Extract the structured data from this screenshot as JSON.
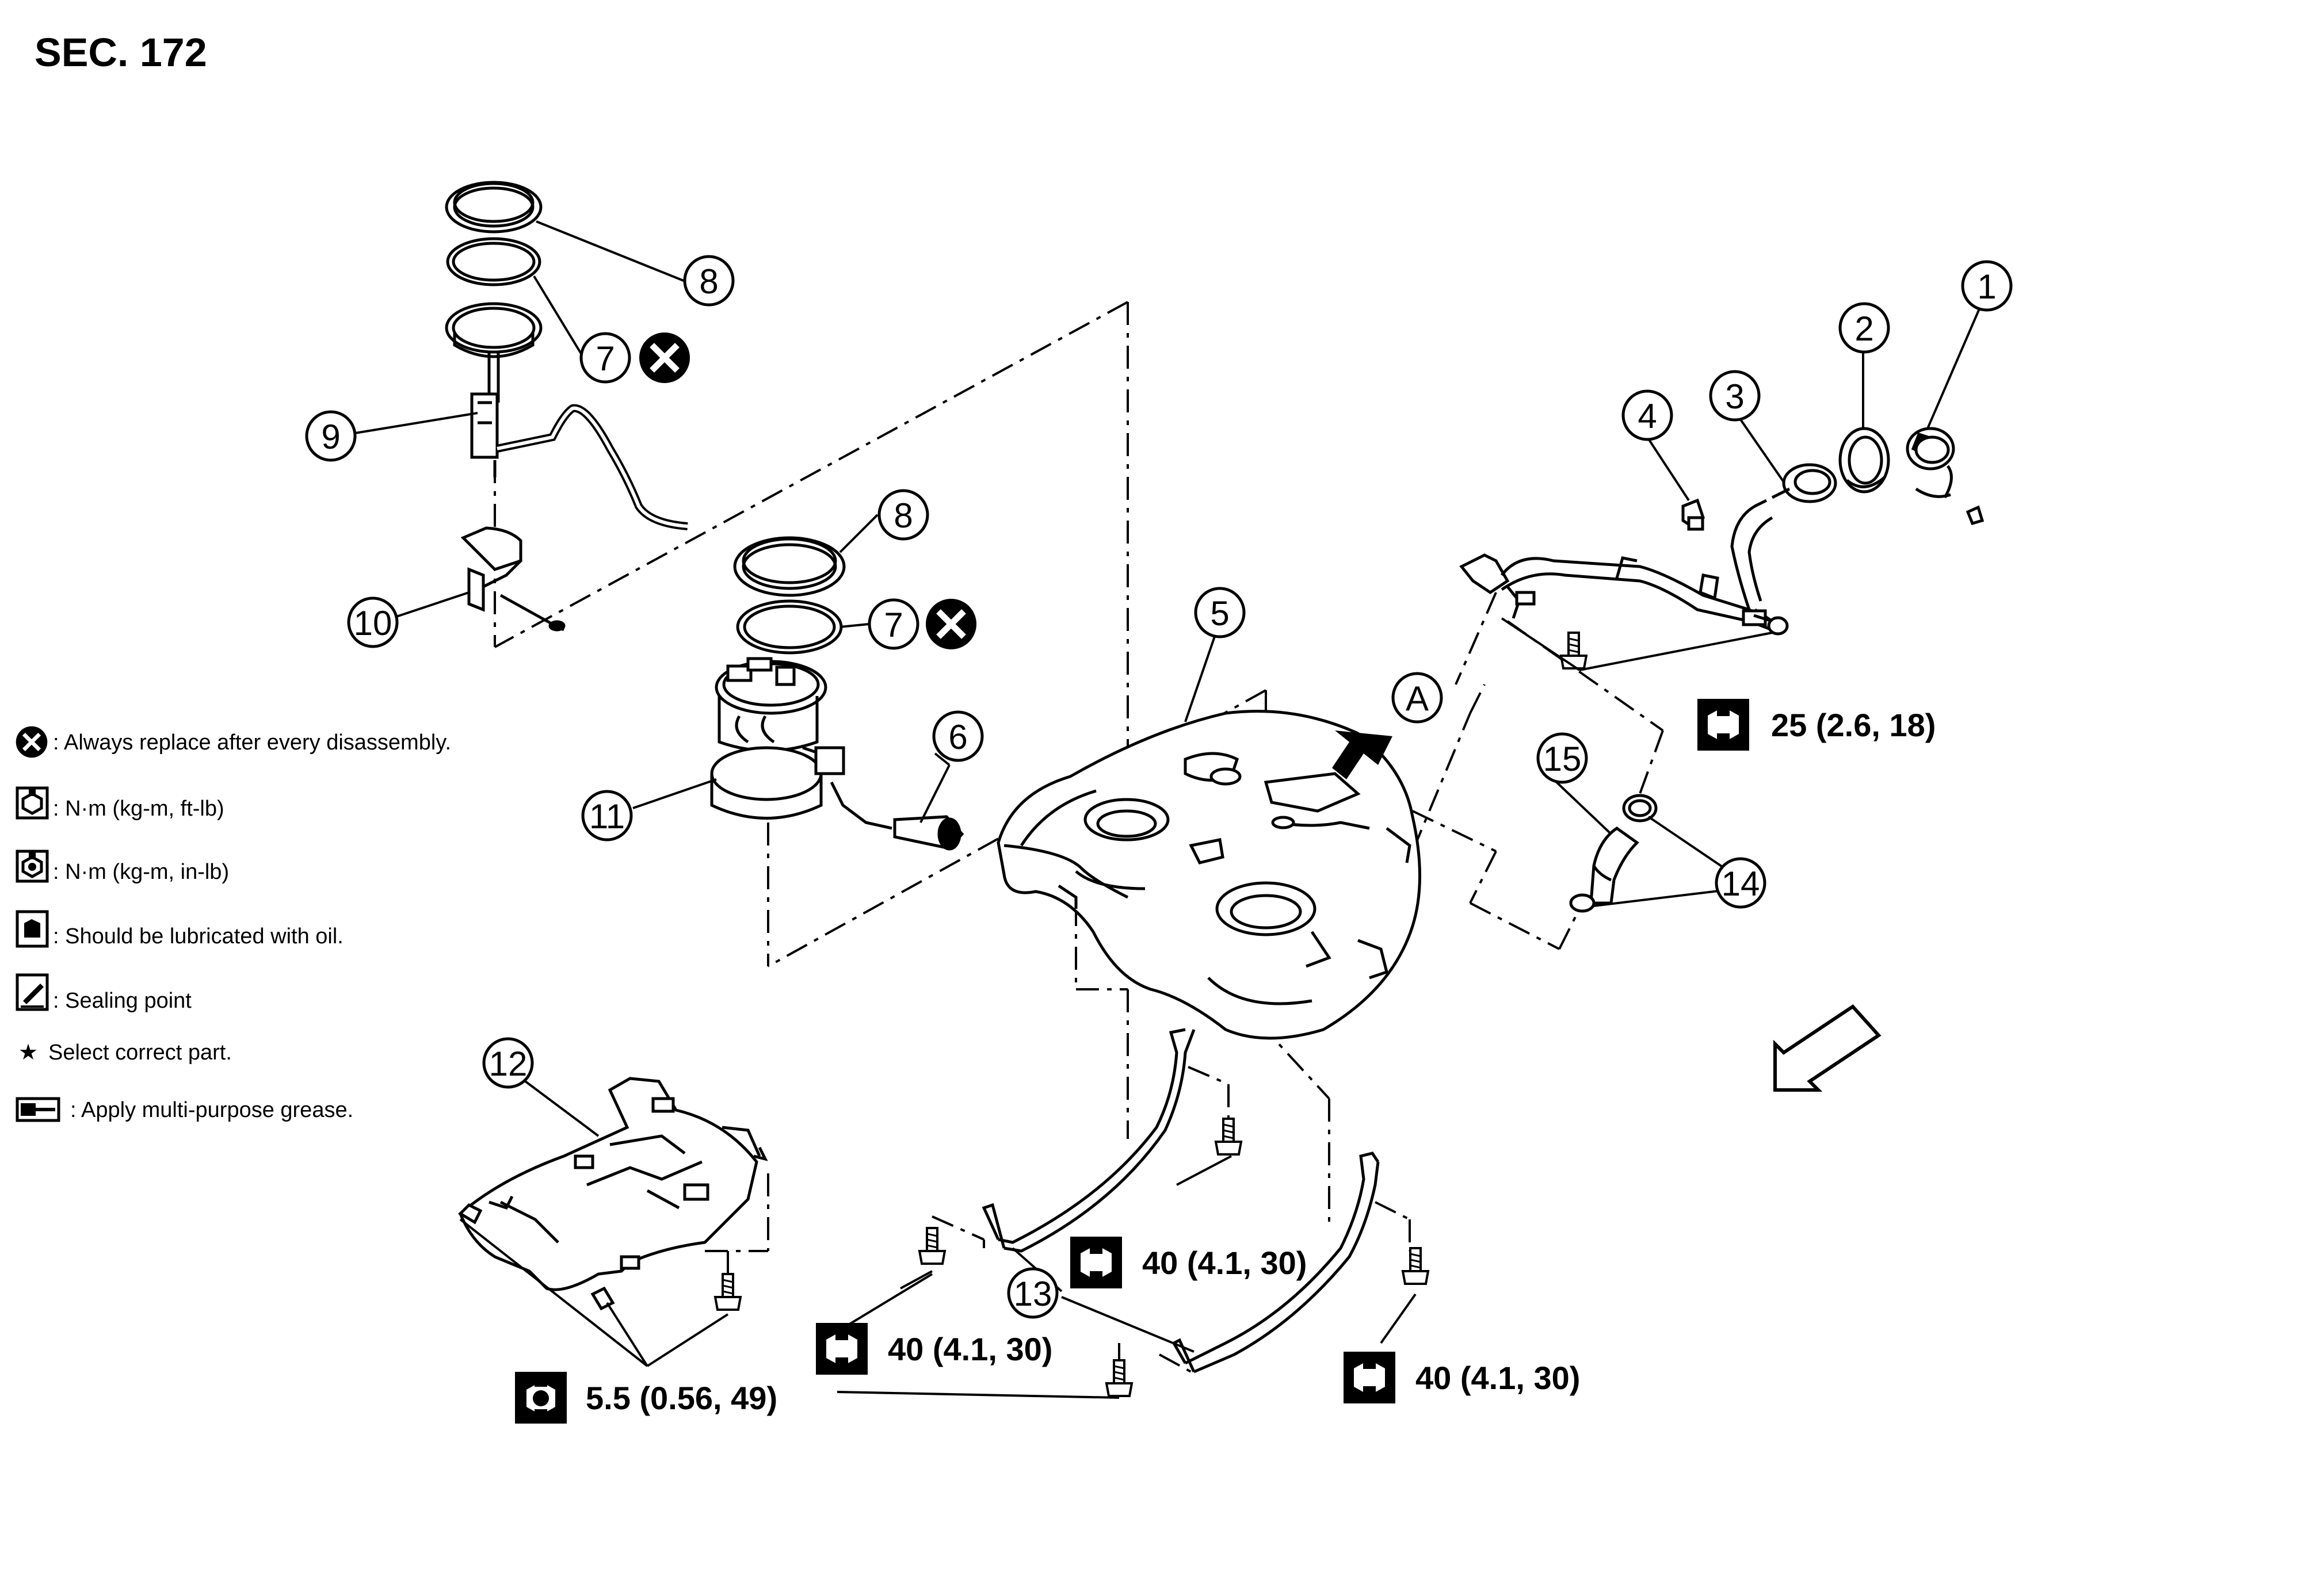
{
  "section": "SEC. 172",
  "callouts": {
    "c1": "1",
    "c2": "2",
    "c3": "3",
    "c4": "4",
    "c5": "5",
    "c6": "6",
    "c7a": "7",
    "c7b": "7",
    "c8a": "8",
    "c8b": "8",
    "c9": "9",
    "c10": "10",
    "c11": "11",
    "c12": "12",
    "c13": "13",
    "c14": "14",
    "c15": "15",
    "cA": "A"
  },
  "torque": {
    "t1": "25 (2.6, 18)",
    "t2": "40 (4.1, 30)",
    "t3": "40 (4.1, 30)",
    "t4": "40 (4.1, 30)",
    "t5": "5.5 (0.56, 49)"
  },
  "legend": {
    "replace": ": Always replace after every disassembly.",
    "nm_ftlb": ": N·m (kg-m, ft-lb)",
    "nm_inlb": ": N·m (kg-m, in-lb)",
    "lubricate": ": Should be lubricated with oil.",
    "sealing": ": Sealing point",
    "select": "Select correct part.",
    "grease": ": Apply multi-purpose grease."
  },
  "icons": {
    "replace": "x-circle-icon",
    "torque": "wrench-hex-icon",
    "torque_inlb": "wrench-inlb-icon",
    "oil": "oil-can-icon",
    "sealing": "sealant-icon",
    "star": "star-icon",
    "grease": "grease-gun-icon",
    "front_arrow": "front-direction-arrow-icon"
  }
}
